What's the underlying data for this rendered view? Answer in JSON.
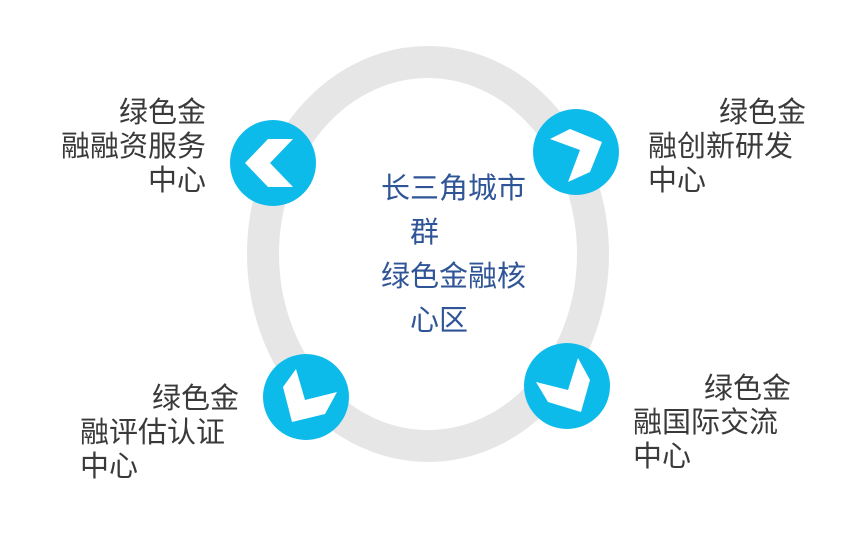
{
  "colors": {
    "ring": "#e6e6e6",
    "node": "#0dbbeb",
    "center_text": "#2f5597",
    "label_text": "#3a3a3a"
  },
  "center": {
    "lines": [
      "长三角城市",
      "　群",
      "绿色金融核",
      "　心区"
    ]
  },
  "nodes": [
    {
      "id": "top-left",
      "icon": "chevron-left-icon",
      "lines": [
        "绿色金",
        "融融资服务",
        "中心"
      ]
    },
    {
      "id": "top-right",
      "icon": "chevron-right-icon",
      "lines": [
        "绿色金",
        "融创新研发",
        "中心"
      ]
    },
    {
      "id": "bottom-left",
      "icon": "chevron-down-icon",
      "lines": [
        "绿色金",
        "融评估认证",
        "中心"
      ]
    },
    {
      "id": "bottom-right",
      "icon": "chevron-down-icon",
      "lines": [
        "绿色金",
        "融国际交流",
        "中心"
      ]
    }
  ]
}
